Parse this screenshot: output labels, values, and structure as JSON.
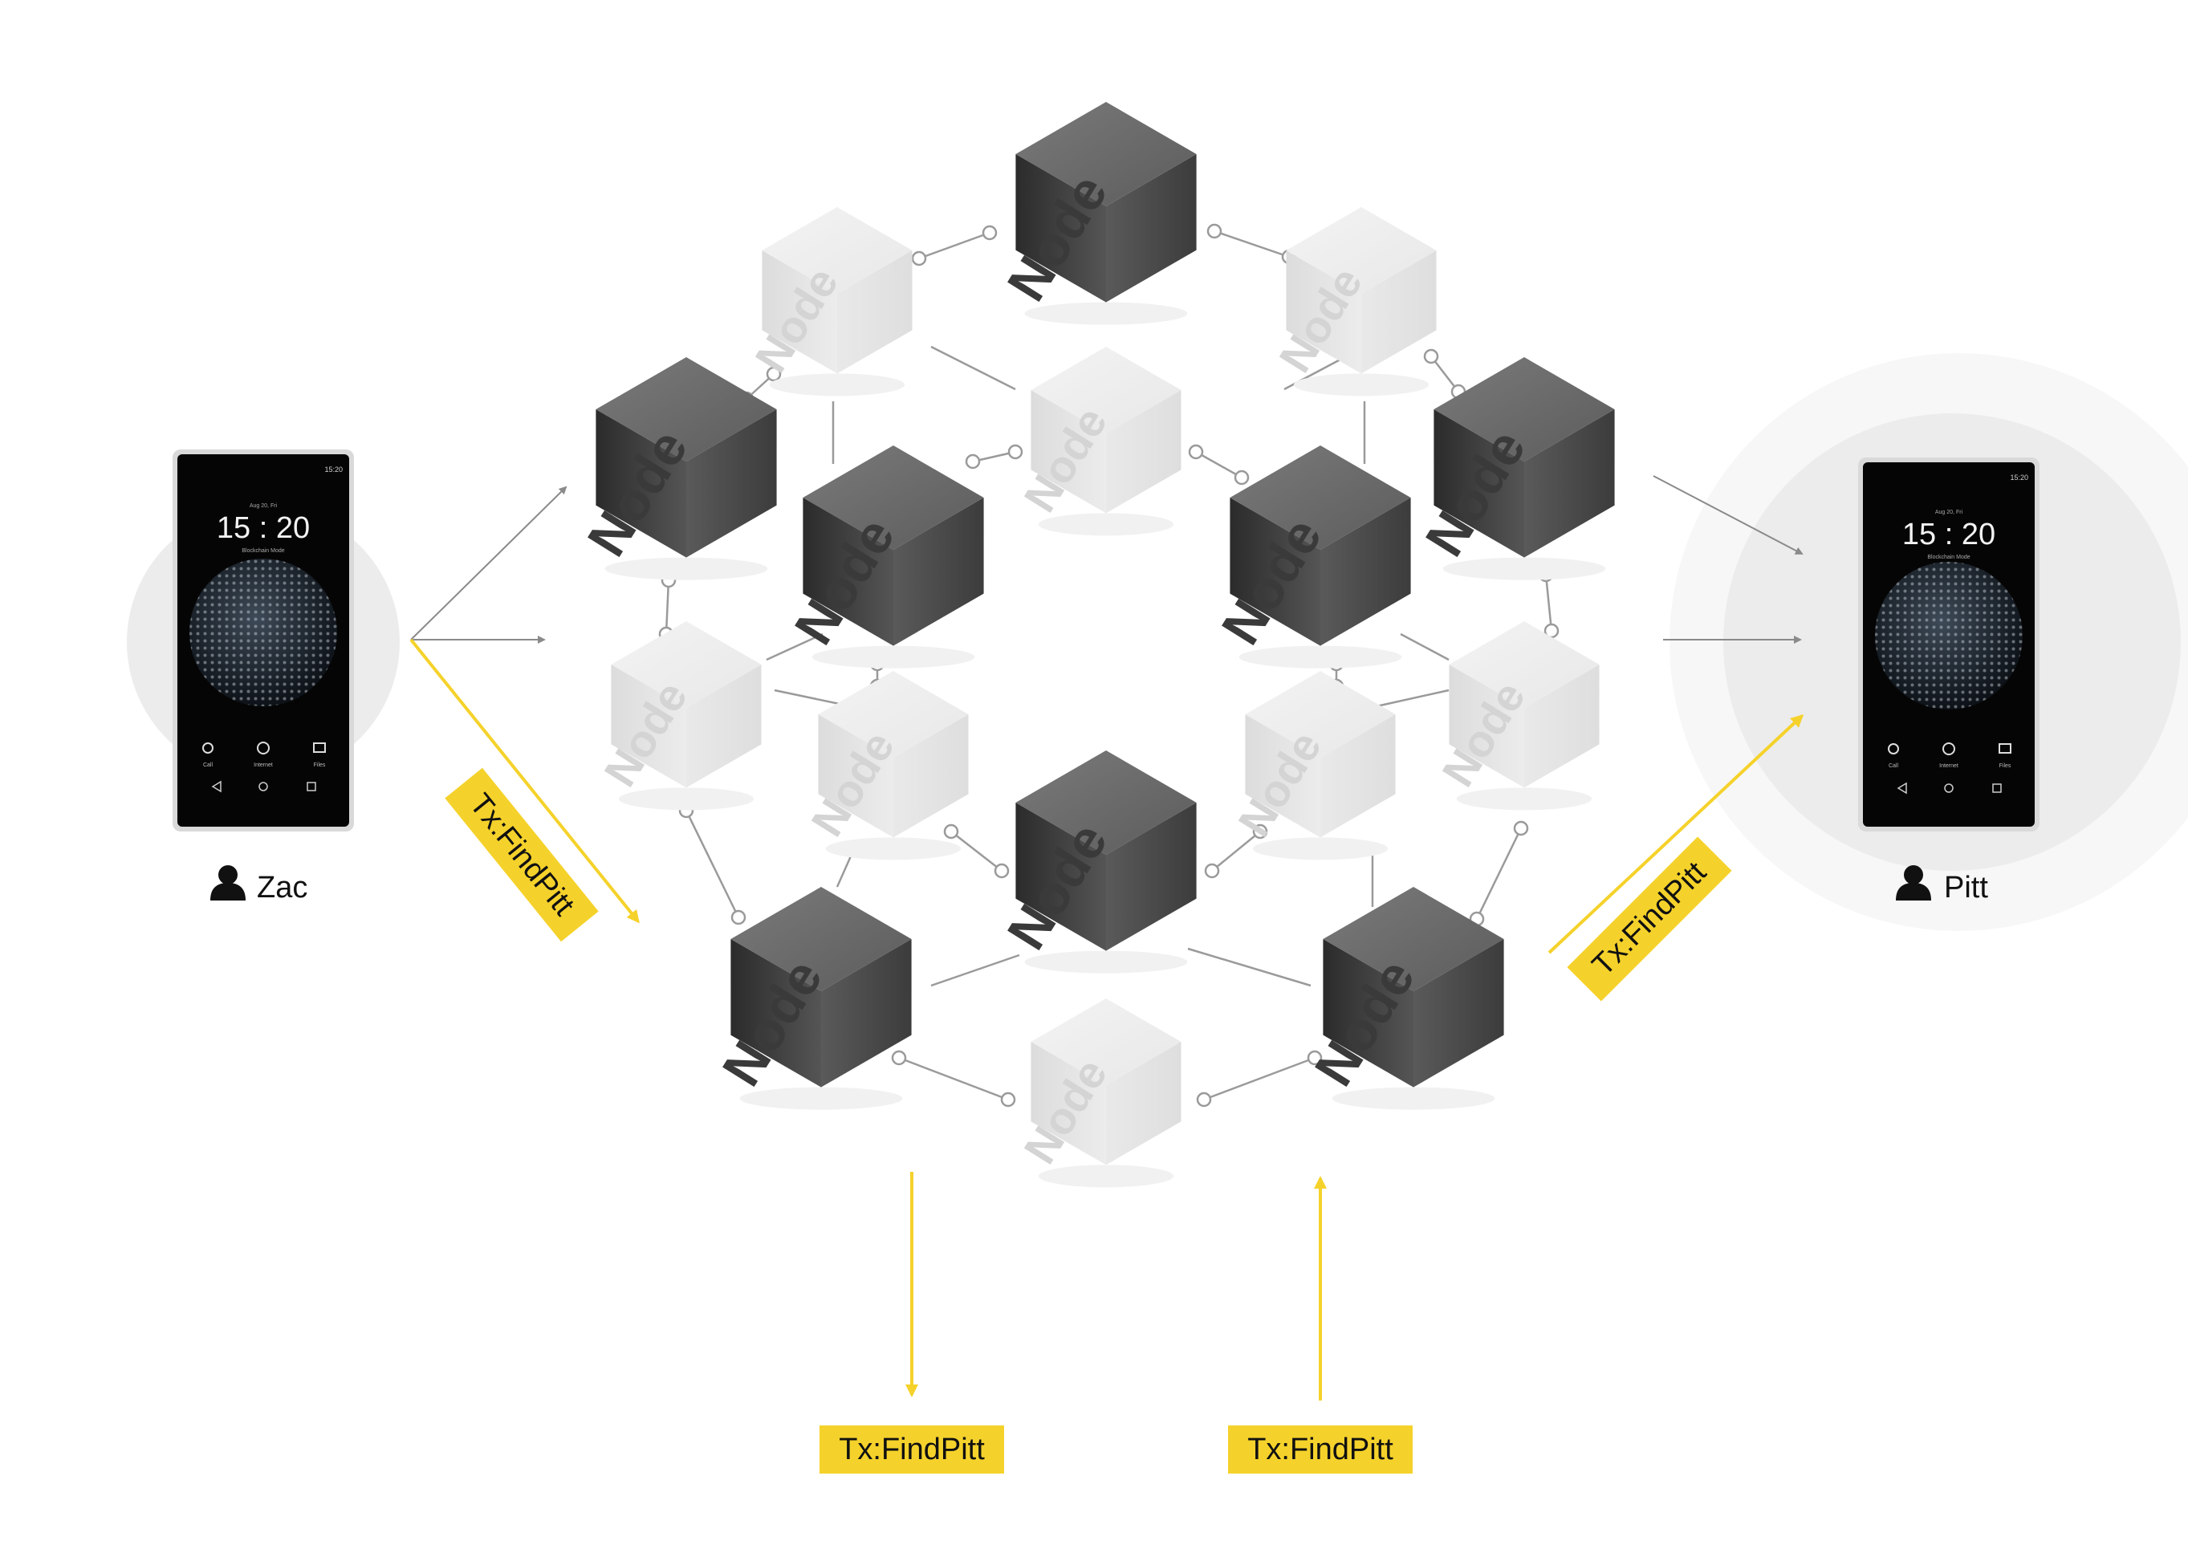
{
  "users": {
    "sender": {
      "name": "Zac",
      "icon": "person-icon"
    },
    "receiver": {
      "name": "Pitt",
      "icon": "person-icon"
    }
  },
  "phone_screen": {
    "status_time": "15:20",
    "date": "Aug 20, Fri",
    "clock": "15 : 20",
    "mode": "Blockchain Mode",
    "dock": [
      "Call",
      "Internet",
      "Files"
    ]
  },
  "node_label": "Node",
  "transaction_label": "Tx:FindPitt",
  "colors": {
    "accent": "#f5d22b",
    "active_node": "#4d4d4d",
    "idle_node": "#e6e6e6",
    "link": "#9a9a9a",
    "halo": "#ececec"
  },
  "nodes": [
    {
      "id": "n1",
      "active": true
    },
    {
      "id": "n2",
      "active": false
    },
    {
      "id": "n3",
      "active": false
    },
    {
      "id": "n4",
      "active": true
    },
    {
      "id": "n5",
      "active": false
    },
    {
      "id": "n6",
      "active": true
    },
    {
      "id": "n7",
      "active": true
    },
    {
      "id": "n8",
      "active": true
    },
    {
      "id": "n9",
      "active": false
    },
    {
      "id": "n10",
      "active": false
    },
    {
      "id": "n11",
      "active": false
    },
    {
      "id": "n12",
      "active": false
    },
    {
      "id": "n13",
      "active": true
    },
    {
      "id": "n14",
      "active": true
    },
    {
      "id": "n15",
      "active": true
    },
    {
      "id": "n16",
      "active": false
    }
  ]
}
